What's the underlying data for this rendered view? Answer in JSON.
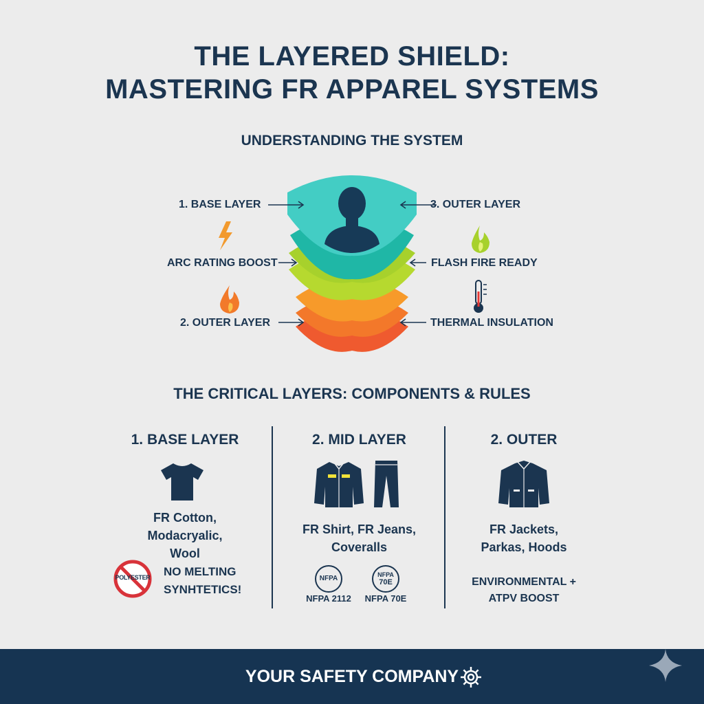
{
  "title": {
    "line1": "THE LAYERED SHIELD:",
    "line2": "MASTERING FR APPAREL SYSTEMS"
  },
  "system_section": {
    "heading": "UNDERSTANDING THE SYSTEM",
    "labels": {
      "base_layer": "1. BASE LAYER",
      "outer_layer_top": "3. OUTER LAYER",
      "arc_rating": "ARC RATING BOOST",
      "flash_fire": "FLASH FIRE READY",
      "outer_layer_bottom": "2. OUTER LAYER",
      "thermal": "THERMAL INSULATION"
    },
    "layer_colors": [
      "#2ec4b6",
      "#1fb7a6",
      "#a7d12c",
      "#b6d92f",
      "#f79a2a",
      "#f3782a",
      "#ef5a2f"
    ]
  },
  "components_section": {
    "heading": "THE CRITICAL LAYERS: COMPONENTS & RULES",
    "columns": [
      {
        "heading": "1. BASE LAYER",
        "desc_lines": [
          "FR Cotton,",
          "Modacryalic,",
          "Wool"
        ],
        "warning_badge": "POLYESTER",
        "warning_lines": [
          "NO MELTING",
          "SYNHTETICS!"
        ]
      },
      {
        "heading": "2. MID LAYER",
        "desc_lines": [
          "FR Shirt, FR Jeans,",
          "Coveralls"
        ],
        "badges": [
          {
            "badge_text": [
              "NFPA"
            ],
            "caption": "NFPA 2112"
          },
          {
            "badge_text": [
              "NFPA",
              "70E"
            ],
            "caption": "NFPA 70E"
          }
        ]
      },
      {
        "heading": "2. OUTER",
        "desc_lines": [
          "FR Jackets,",
          "Parkas, Hoods"
        ],
        "note_lines": [
          "ENVIRONMENTAL +",
          "ATPV BOOST"
        ]
      }
    ]
  },
  "footer": {
    "company": "YOUR SAFETY COMPANY"
  },
  "colors": {
    "navy": "#1b3550",
    "footer_bg": "#163452",
    "background": "#ececec",
    "warning_red": "#d8333a",
    "lightning_orange": "#f29a2e",
    "flame_green": "#a7d12c"
  }
}
